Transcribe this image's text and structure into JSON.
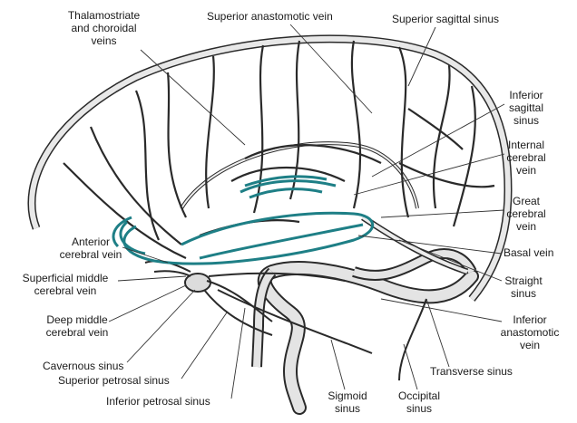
{
  "labels": {
    "thalamostriate": "Thalamostriate\nand choroidal\nveins",
    "superior_anastomotic": "Superior anastomotic vein",
    "superior_sagittal": "Superior sagittal sinus",
    "inferior_sagittal": "Inferior\nsagittal\nsinus",
    "internal_cerebral": "Internal\ncerebral\nvein",
    "great_cerebral": "Great\ncerebral\nvein",
    "basal": "Basal vein",
    "straight_sinus": "Straight\nsinus",
    "inferior_anastomotic": "Inferior\nanastomotic\nvein",
    "transverse": "Transverse sinus",
    "occipital": "Occipital\nsinus",
    "sigmoid": "Sigmoid\nsinus",
    "inferior_petrosal": "Inferior petrosal sinus",
    "superior_petrosal": "Superior petrosal sinus",
    "cavernous": "Cavernous sinus",
    "deep_middle": "Deep middle\ncerebral vein",
    "superficial_middle": "Superficial middle\ncerebral vein",
    "anterior_cerebral": "Anterior\ncerebral vein"
  },
  "colors": {
    "vein_fill": "#e8e8e8",
    "vein_stroke": "#2a2a2a",
    "deep_vein": "#1e7f86",
    "leader": "#333333"
  }
}
